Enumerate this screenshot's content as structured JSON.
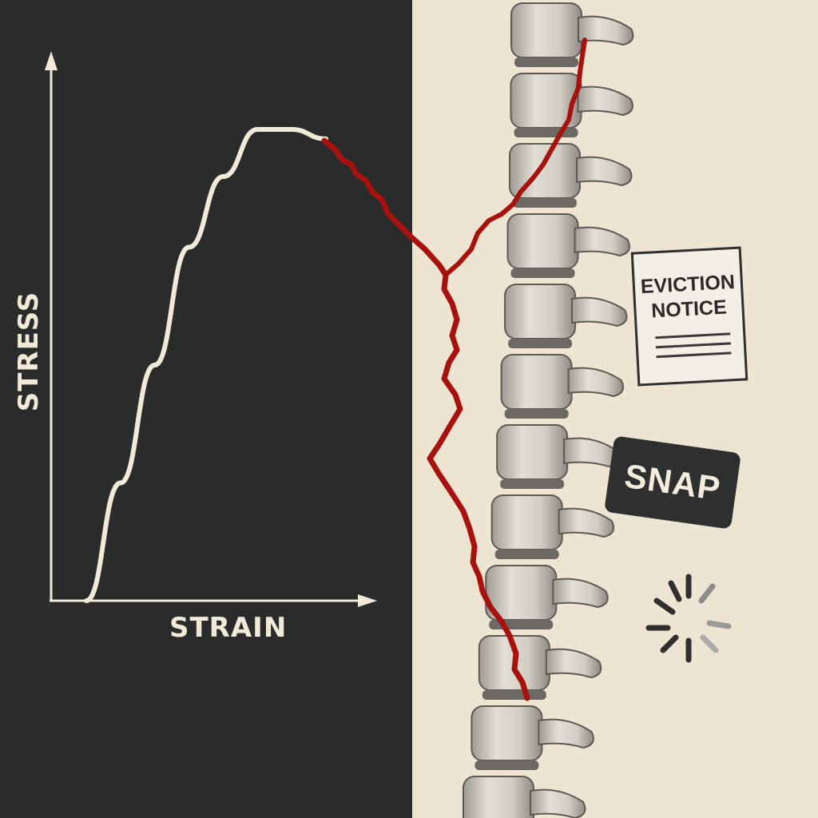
{
  "chart_data": {
    "type": "line",
    "xlabel": "STRAIN",
    "ylabel": "STRESS",
    "series": [
      {
        "values": [
          0,
          0.25,
          0.5,
          0.75,
          0.9,
          1.0,
          1.0,
          0.98
        ]
      }
    ]
  },
  "labels": {
    "notice": "EVICTION\nNOTICE",
    "snap": "SNAP"
  },
  "colors": {
    "dark_panel": "#2a2b2b",
    "light_panel": "#ede4d2",
    "curve": "#f2ead8",
    "crack": "#a8120e",
    "bone": "#d8d3c8"
  },
  "icons": {
    "loading": "loading-spinner-icon"
  }
}
